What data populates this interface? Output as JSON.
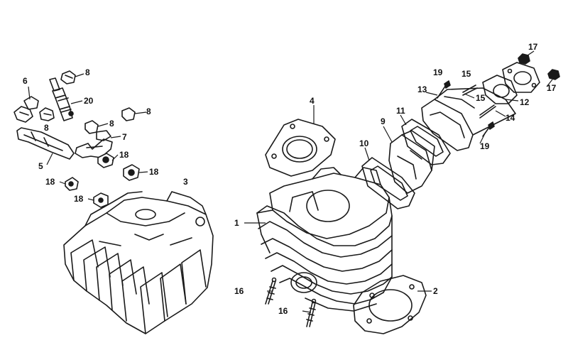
{
  "callouts": [
    {
      "id": "c1",
      "label": "1"
    },
    {
      "id": "c2",
      "label": "2"
    },
    {
      "id": "c3",
      "label": "3"
    },
    {
      "id": "c4",
      "label": "4"
    },
    {
      "id": "c5",
      "label": "5"
    },
    {
      "id": "c6",
      "label": "6"
    },
    {
      "id": "c7",
      "label": "7"
    },
    {
      "id": "c8a",
      "label": "8"
    },
    {
      "id": "c8b",
      "label": "8"
    },
    {
      "id": "c8c",
      "label": "8"
    },
    {
      "id": "c8d",
      "label": "8"
    },
    {
      "id": "c9",
      "label": "9"
    },
    {
      "id": "c10",
      "label": "10"
    },
    {
      "id": "c11",
      "label": "11"
    },
    {
      "id": "c12",
      "label": "12"
    },
    {
      "id": "c13",
      "label": "13"
    },
    {
      "id": "c14",
      "label": "14"
    },
    {
      "id": "c15a",
      "label": "15"
    },
    {
      "id": "c15b",
      "label": "15"
    },
    {
      "id": "c16a",
      "label": "16"
    },
    {
      "id": "c16b",
      "label": "16"
    },
    {
      "id": "c17a",
      "label": "17"
    },
    {
      "id": "c17b",
      "label": "17"
    },
    {
      "id": "c18a",
      "label": "18"
    },
    {
      "id": "c18b",
      "label": "18"
    },
    {
      "id": "c18c",
      "label": "18"
    },
    {
      "id": "c18d",
      "label": "18"
    },
    {
      "id": "c19a",
      "label": "19"
    },
    {
      "id": "c19b",
      "label": "19"
    },
    {
      "id": "c20",
      "label": "20"
    }
  ]
}
